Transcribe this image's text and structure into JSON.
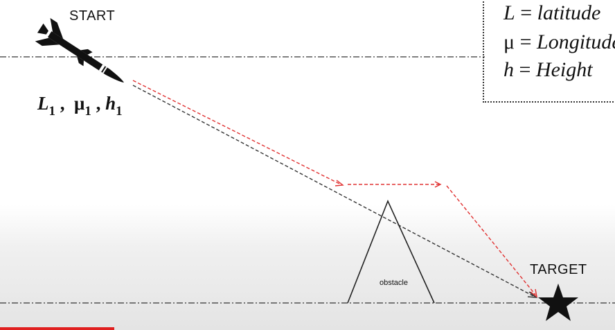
{
  "labels": {
    "start": "START",
    "target": "TARGET",
    "obstacle": "obstacle"
  },
  "start_coords": {
    "L": "L",
    "mu": "μ",
    "h": "h",
    "sub": "1",
    "sep": ","
  },
  "legend": [
    {
      "symbol": "L",
      "eq": " = ",
      "meaning": "latitude"
    },
    {
      "symbol": "μ",
      "eq": " = ",
      "meaning": "Longitude"
    },
    {
      "symbol": "h",
      "eq": " = ",
      "meaning": "Height"
    }
  ],
  "colors": {
    "direct_path": "#333333",
    "avoid_path": "#e03030",
    "background_top": "#ffffff",
    "background_bottom": "#e6e6e6",
    "accent_bar": "#e02020"
  },
  "icons": {
    "missile": "missile-icon",
    "target": "star-icon"
  }
}
